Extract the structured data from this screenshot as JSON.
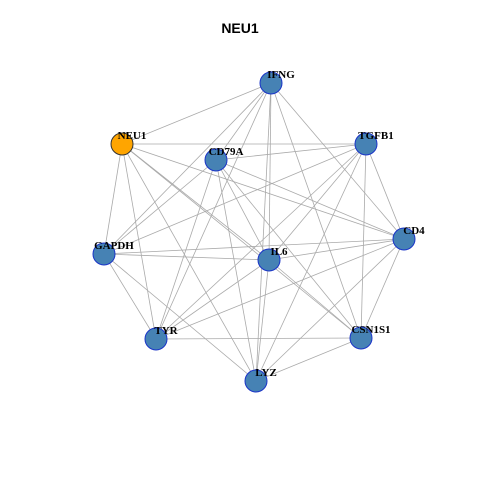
{
  "title": "NEU1",
  "colors": {
    "default_node": "#4682b4",
    "focus_node": "#ffa500",
    "edge": "#aaaaaa",
    "node_border": "#1a34c8"
  },
  "nodes": [
    {
      "id": "IFNG",
      "label": "IFNG",
      "focus": false
    },
    {
      "id": "TGFB1",
      "label": "TGFB1",
      "focus": false
    },
    {
      "id": "CD4",
      "label": "CD4",
      "focus": false
    },
    {
      "id": "CSN1S1",
      "label": "CSN1S1",
      "focus": false
    },
    {
      "id": "LYZ",
      "label": "LYZ",
      "focus": false
    },
    {
      "id": "TYR",
      "label": "TYR",
      "focus": false
    },
    {
      "id": "GAPDH",
      "label": "GAPDH",
      "focus": false
    },
    {
      "id": "NEU1",
      "label": "NEU1",
      "focus": true
    },
    {
      "id": "CD79A",
      "label": "CD79A",
      "focus": false
    },
    {
      "id": "IL6",
      "label": "IL6",
      "focus": false
    }
  ],
  "edges": [
    [
      "IFNG",
      "NEU1"
    ],
    [
      "IFNG",
      "CD79A"
    ],
    [
      "IFNG",
      "GAPDH"
    ],
    [
      "IFNG",
      "TYR"
    ],
    [
      "IFNG",
      "LYZ"
    ],
    [
      "IFNG",
      "IL6"
    ],
    [
      "IFNG",
      "CSN1S1"
    ],
    [
      "IFNG",
      "CD4"
    ],
    [
      "TGFB1",
      "NEU1"
    ],
    [
      "TGFB1",
      "CD79A"
    ],
    [
      "TGFB1",
      "GAPDH"
    ],
    [
      "TGFB1",
      "IL6"
    ],
    [
      "TGFB1",
      "TYR"
    ],
    [
      "TGFB1",
      "LYZ"
    ],
    [
      "TGFB1",
      "CSN1S1"
    ],
    [
      "TGFB1",
      "CD4"
    ],
    [
      "NEU1",
      "CD4"
    ],
    [
      "NEU1",
      "GAPDH"
    ],
    [
      "NEU1",
      "TYR"
    ],
    [
      "NEU1",
      "LYZ"
    ],
    [
      "NEU1",
      "IL6"
    ],
    [
      "NEU1",
      "CSN1S1"
    ],
    [
      "CD79A",
      "CD4"
    ],
    [
      "CD79A",
      "GAPDH"
    ],
    [
      "CD79A",
      "TYR"
    ],
    [
      "CD79A",
      "LYZ"
    ],
    [
      "CD79A",
      "CSN1S1"
    ],
    [
      "CD79A",
      "IL6"
    ],
    [
      "GAPDH",
      "CD4"
    ],
    [
      "GAPDH",
      "IL6"
    ],
    [
      "GAPDH",
      "TYR"
    ],
    [
      "GAPDH",
      "LYZ"
    ],
    [
      "IL6",
      "CD4"
    ],
    [
      "IL6",
      "LYZ"
    ],
    [
      "IL6",
      "TYR"
    ],
    [
      "IL6",
      "CSN1S1"
    ],
    [
      "CD4",
      "TYR"
    ],
    [
      "CD4",
      "LYZ"
    ],
    [
      "CD4",
      "CSN1S1"
    ],
    [
      "TYR",
      "CSN1S1"
    ],
    [
      "LYZ",
      "CSN1S1"
    ]
  ]
}
